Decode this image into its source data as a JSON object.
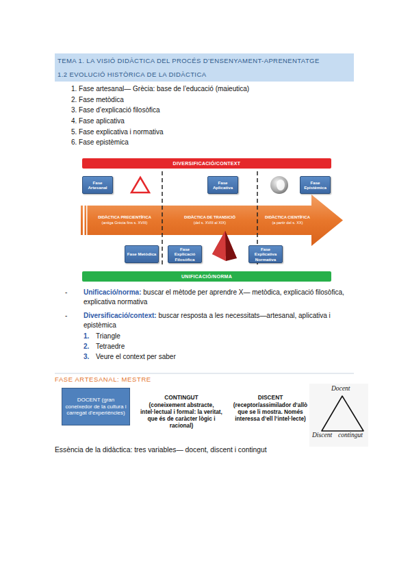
{
  "diagram": {
    "nodes": [
      {
        "text": [
          "TEMA 1. LA VISIÓ DIDÀCTICA DEL PROCÉS D’ENSENYAMENT-APRENENTATGE",
          "1.2 EVOLUCIÓ HISTÒRICA DE LA DIDÀCTICA"
        ]
      },
      {
        "text": [
          "DIVERSIFICACIÓ/CONTEXT"
        ]
      },
      {
        "text": [
          "Fase Artesanal"
        ]
      },
      {
        "text": [
          "Fase Aplicativa"
        ]
      },
      {
        "text": [
          "Fase Epistèmica"
        ]
      },
      {
        "text": [
          "DIDÀCTICA PRECIENTÍFICA",
          "(antiga Grècia fins s. XVIII)"
        ]
      },
      {
        "text": [
          "DIDÀCTICA DE TRANSICIÓ",
          "(del s. XVIII al XIX)"
        ]
      },
      {
        "text": [
          "DIDÀCTICA CIENTÍFICA",
          "(a partir del s. XX)"
        ]
      },
      {
        "text": [
          "Fase Metòdica"
        ]
      },
      {
        "text": [
          "Fase Explicació Filosòfica"
        ]
      },
      {
        "text": [
          "Fase Explicativa Normativa"
        ]
      },
      {
        "text": [
          "UNIFICACIÓ/NORMA"
        ]
      },
      {
        "text": [
          "DOCENT (gran coneixedor de la cultura i carregat d’experiències)"
        ]
      }
    ],
    "labels": [
      "1. Fase artesanal— Grècia: base de l’educació (maieutica)",
      "2. Fase metòdica",
      "3. Fase d’explicació filosòfica",
      "4. Fase aplicativa",
      "5. Fase explicativa i normativa",
      "6. Fase epistèmica",
      "-",
      "Unificació/norma:",
      "buscar el mètode per aprendre X— metòdica, explicació filosòfica, explicativa normativa",
      "-",
      "Diversificació/context:",
      "buscar resposta a les necessitats—artesanal, aplicativa i epistèmica",
      "1.",
      "Triangle",
      "2.",
      "Tetraedre",
      "3.",
      "Veure el context per saber",
      "FASE ARTESANAL: MESTRE",
      "CONTINGUT",
      "(coneixement abstracte, intel·lectual i formal: la veritat, que és de caràcter lògic i racional)",
      "DISCENT",
      "(receptor/assimilador d’allò que se li mostra. Només interessa d’ell l’intel·lecte)",
      "Docent",
      "Discent",
      "contingut",
      "Essència de la didàctica: tres variables— docent, discent i contingut"
    ]
  }
}
